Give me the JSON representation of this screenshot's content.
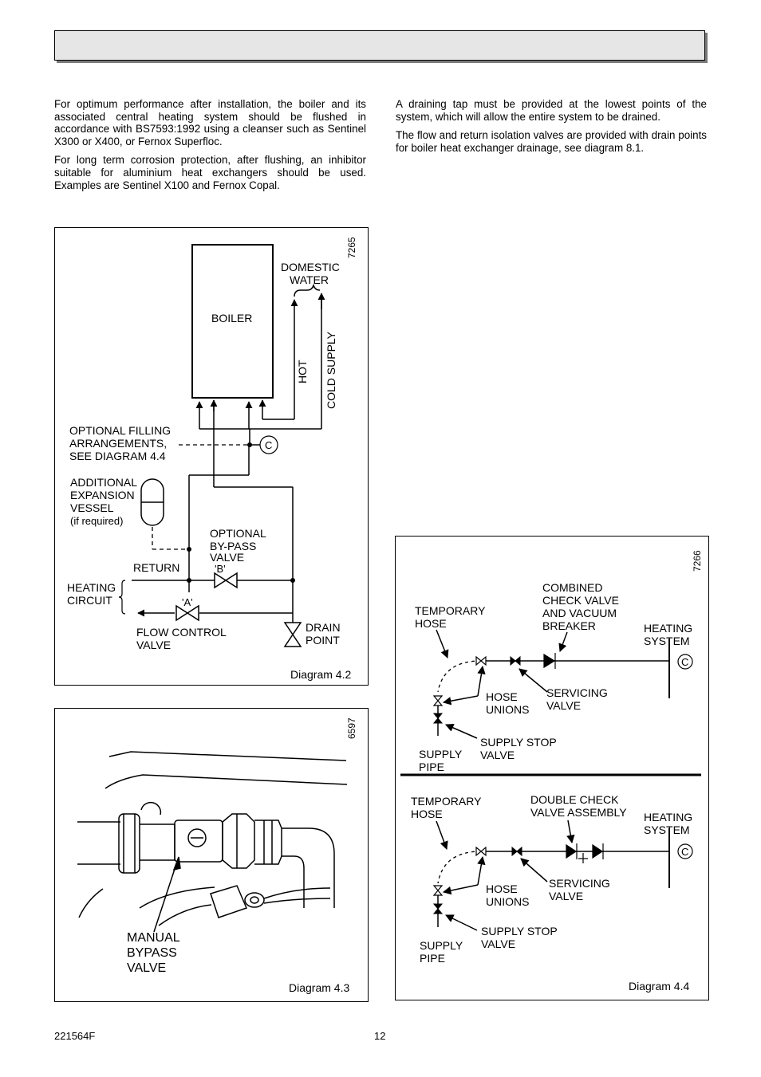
{
  "left_column": {
    "para1": "For optimum performance after installation, the boiler and its associated central heating system should be flushed in accordance with BS7593:1992 using a cleanser such as Sentinel X300 or X400, or Fernox Superfloc.",
    "para2": "For long term corrosion protection, after flushing, an inhibitor suitable for aluminium heat exchangers should be used. Examples are Sentinel X100 and Fernox Copal."
  },
  "right_column": {
    "para1": "A draining tap must be provided at the lowest points of the system, which will allow the entire system to be drained.",
    "para2": "The flow and return isolation valves are provided with drain points for boiler heat exchanger drainage, see diagram 8.1."
  },
  "diagram_4_2": {
    "ref": "7265",
    "caption": "Diagram 4.2",
    "boiler": "BOILER",
    "domestic_water": [
      "DOMESTIC",
      "WATER"
    ],
    "hot": "HOT",
    "cold_supply": "COLD SUPPLY",
    "optional_filling": [
      "OPTIONAL FILLING",
      "ARRANGEMENTS,",
      "SEE DIAGRAM 4.4"
    ],
    "connector": "C",
    "expansion_vessel": [
      "ADDITIONAL",
      "EXPANSION",
      "VESSEL",
      "(if required)"
    ],
    "bypass_valve": [
      "OPTIONAL",
      "BY-PASS",
      "VALVE",
      "'B'"
    ],
    "return": "RETURN",
    "heating_circuit": [
      "HEATING",
      "CIRCUIT"
    ],
    "valve_a": "'A'",
    "flow_control": [
      "FLOW CONTROL",
      "VALVE"
    ],
    "drain_point": [
      "DRAIN",
      "POINT"
    ]
  },
  "diagram_4_3": {
    "ref": "6597",
    "caption": "Diagram 4.3",
    "label": [
      "MANUAL",
      "BYPASS",
      "VALVE"
    ]
  },
  "diagram_4_4": {
    "ref": "7266",
    "caption": "Diagram 4.4",
    "top": {
      "temporary_hose": [
        "TEMPORARY",
        "HOSE"
      ],
      "combined_valve": [
        "COMBINED",
        "CHECK VALVE",
        "AND VACUUM",
        "BREAKER"
      ],
      "heating_system": [
        "HEATING",
        "SYSTEM"
      ],
      "connector": "C",
      "hose_unions": [
        "HOSE",
        "UNIONS"
      ],
      "servicing_valve": [
        "SERVICING",
        "VALVE"
      ],
      "supply_stop_valve": [
        "SUPPLY STOP",
        "VALVE"
      ],
      "supply_pipe": [
        "SUPPLY",
        "PIPE"
      ]
    },
    "bottom": {
      "temporary_hose": [
        "TEMPORARY",
        "HOSE"
      ],
      "double_check": [
        "DOUBLE CHECK",
        "VALVE ASSEMBLY"
      ],
      "heating_system": [
        "HEATING",
        "SYSTEM"
      ],
      "connector": "C",
      "hose_unions": [
        "HOSE",
        "UNIONS"
      ],
      "servicing_valve": [
        "SERVICING",
        "VALVE"
      ],
      "supply_stop_valve": [
        "SUPPLY STOP",
        "VALVE"
      ],
      "supply_pipe": [
        "SUPPLY",
        "PIPE"
      ]
    }
  },
  "footer": {
    "doc_code": "221564F",
    "page_number": "12"
  }
}
